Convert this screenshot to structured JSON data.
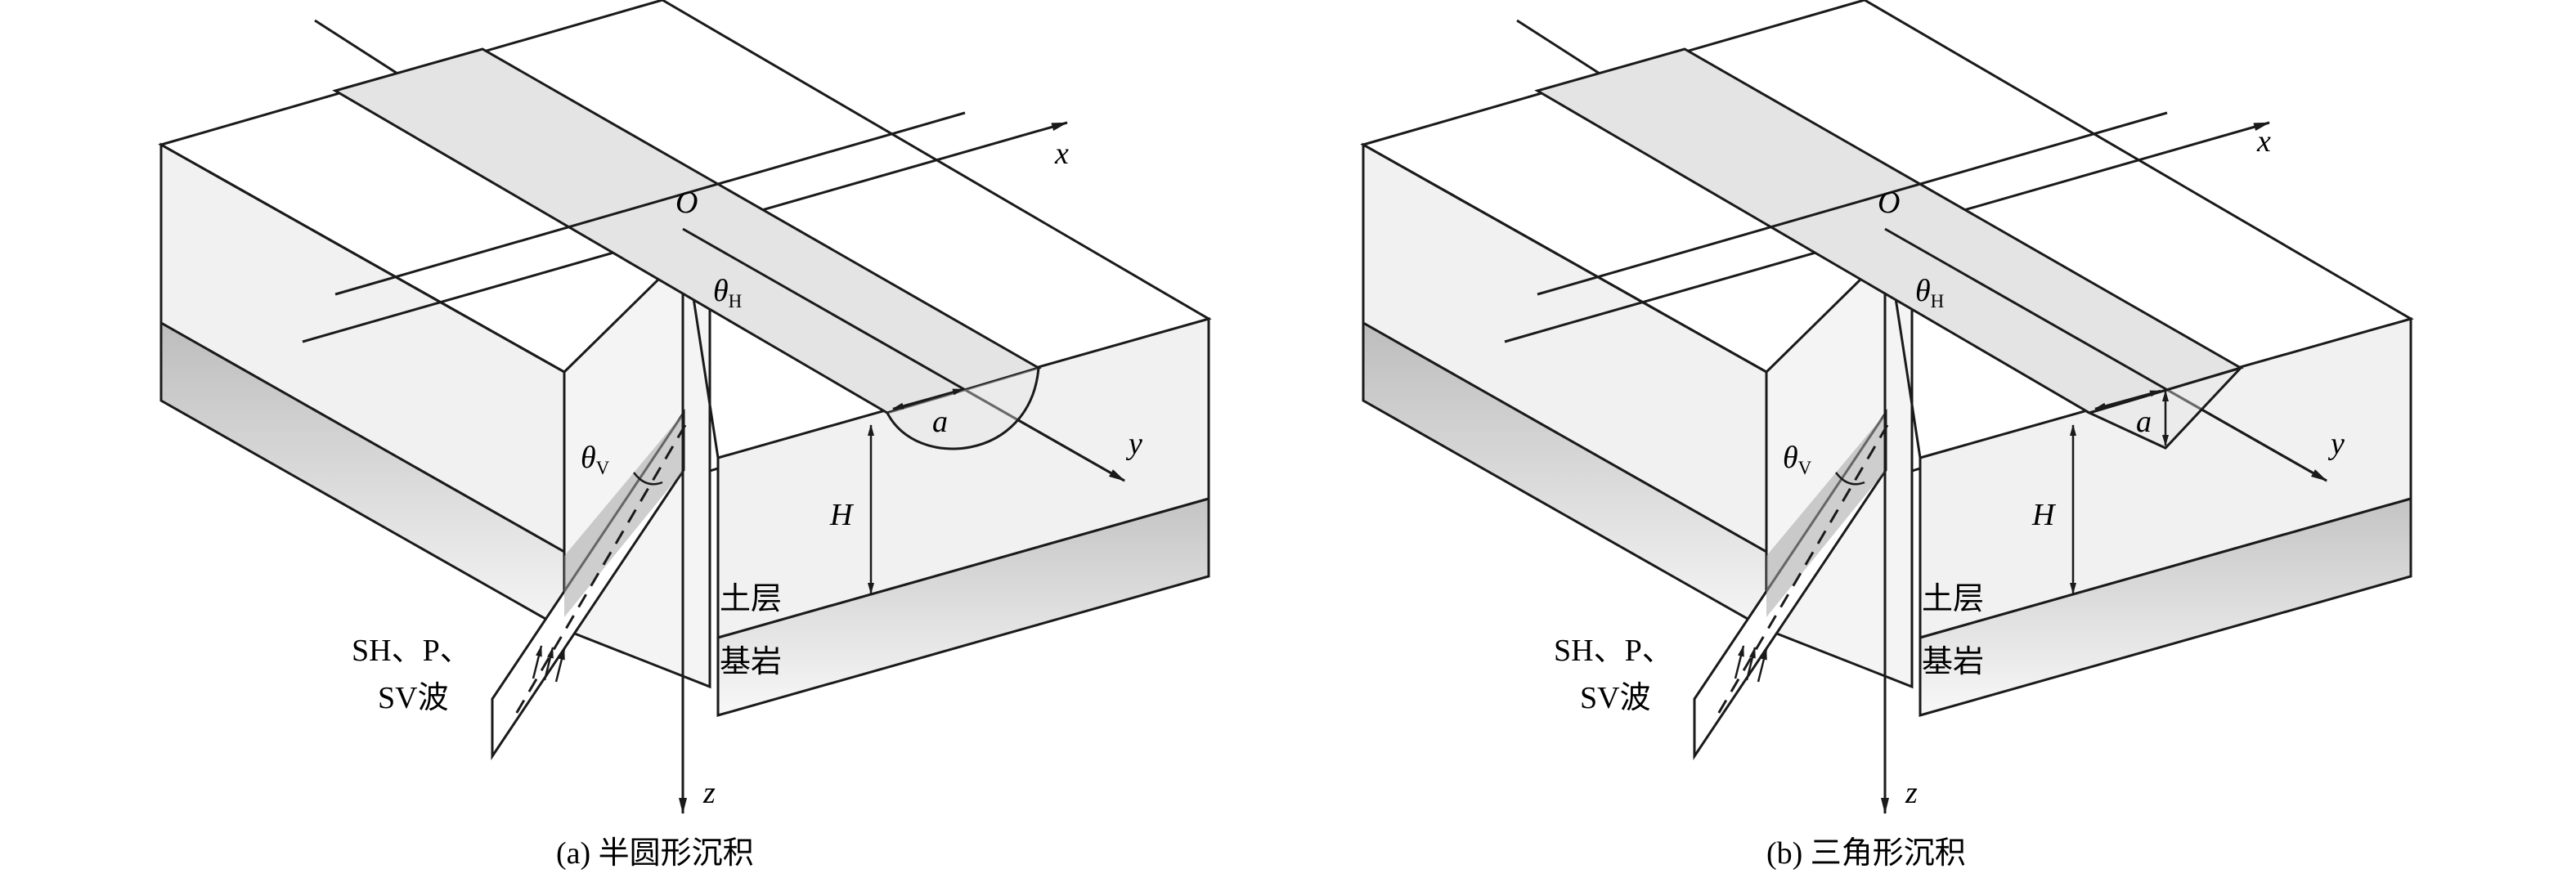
{
  "panels": [
    {
      "id": "a",
      "caption": "(a) 半圆形沉积",
      "axis_x": "x",
      "axis_y": "y",
      "axis_z": "z",
      "origin": "O",
      "theta_h": "θ",
      "theta_h_sub": "H",
      "theta_v": "θ",
      "theta_v_sub": "V",
      "width_label": "a",
      "depth_label": "H",
      "soil_label": "土层",
      "bedrock_label": "基岩",
      "wave_line1": "SH、P、",
      "wave_line2": "SV波",
      "shape": "semicircle"
    },
    {
      "id": "b",
      "caption": "(b) 三角形沉积",
      "axis_x": "x",
      "axis_y": "y",
      "axis_z": "z",
      "origin": "O",
      "theta_h": "θ",
      "theta_h_sub": "H",
      "theta_v": "θ",
      "theta_v_sub": "V",
      "width_label": "a",
      "depth_label": "H",
      "soil_label": "土层",
      "bedrock_label": "基岩",
      "wave_line1": "SH、P、",
      "wave_line2": "SV波",
      "shape": "triangle"
    }
  ],
  "colors": {
    "line": "#1a1a1a",
    "soil_face": "#f1f1f1",
    "strip": "#e4e4e4",
    "bedrock_top": "#bdbdbd",
    "bedrock_bottom": "#f6f6f6",
    "wave_plane": "#a6a6a6"
  }
}
